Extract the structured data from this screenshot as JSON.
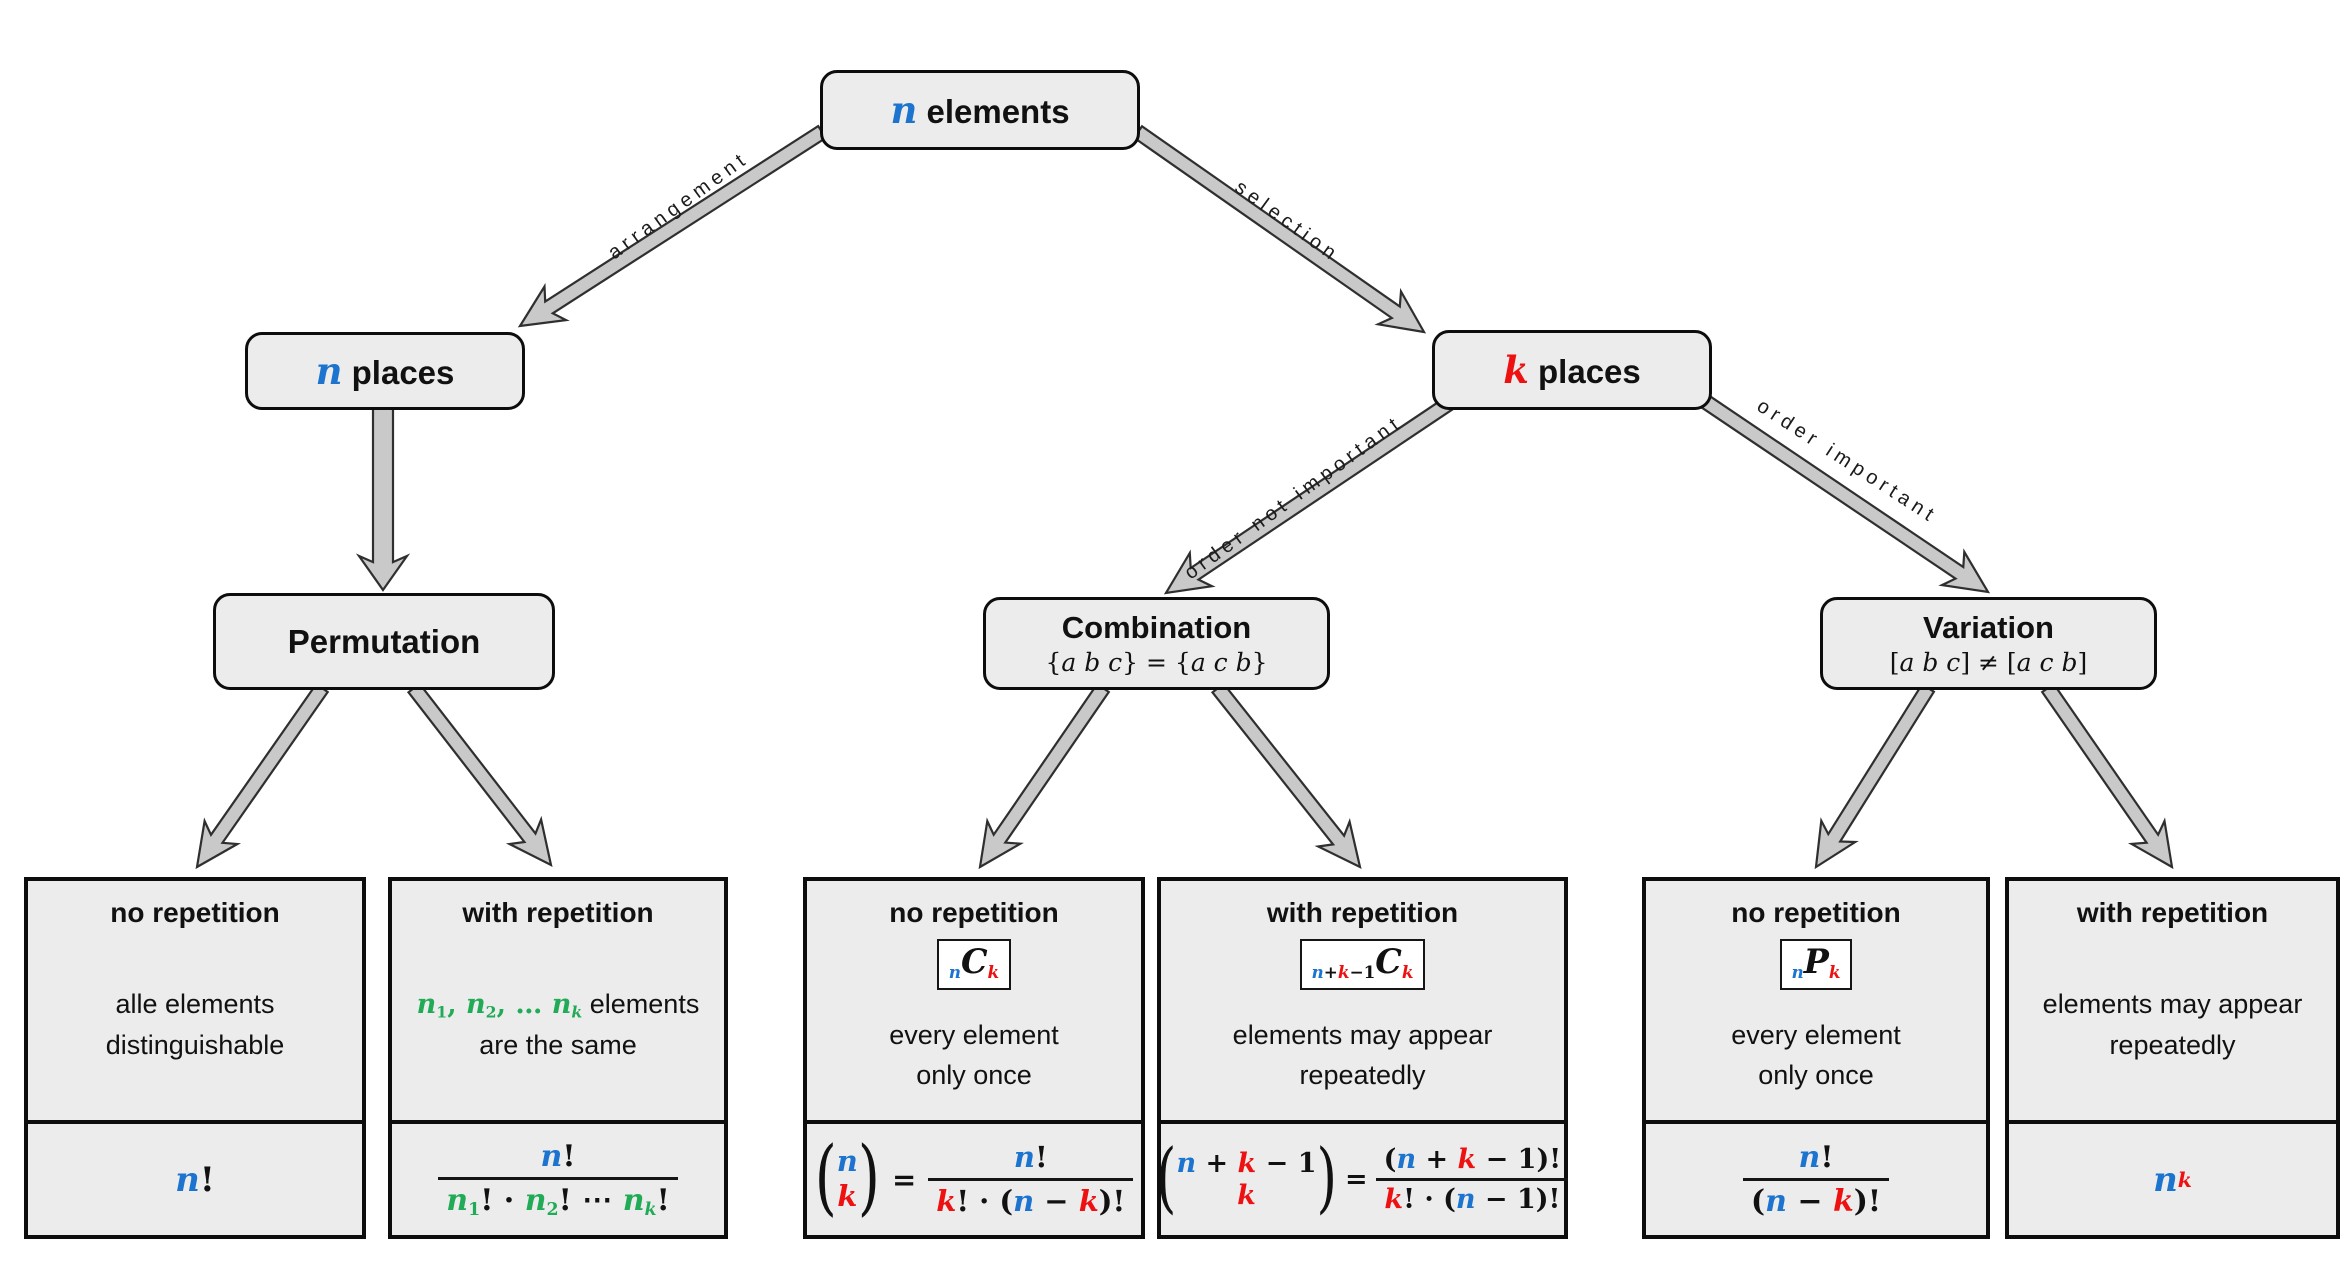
{
  "colors": {
    "blue": "#1c74cf",
    "red": "#ee1111",
    "green": "#22ab57",
    "boxFill": "#ececec",
    "arrowFill": "#c9c9c9",
    "arrowLine": "#2f2f2f",
    "border": "#0d0d0d"
  },
  "nodes": {
    "root": {
      "label": [
        {
          "t": "n",
          "cl": "mi b"
        },
        {
          "t": " elements",
          "cl": "txt"
        }
      ]
    },
    "nPlaces": {
      "label": [
        {
          "t": "n",
          "cl": "mi b"
        },
        {
          "t": " places",
          "cl": "txt"
        }
      ]
    },
    "kPlaces": {
      "label": [
        {
          "t": "k",
          "cl": "mi r"
        },
        {
          "t": " places",
          "cl": "txt"
        }
      ]
    },
    "permutation": {
      "title": "Permutation"
    },
    "combination": {
      "title": "Combination",
      "subtitle": [
        {
          "t": "{",
          "cl": "ms"
        },
        {
          "t": "a b c",
          "cl": "msi"
        },
        {
          "t": "} = {",
          "cl": "ms"
        },
        {
          "t": "a c b",
          "cl": "msi"
        },
        {
          "t": "}",
          "cl": "ms"
        }
      ]
    },
    "variation": {
      "title": "Variation",
      "subtitle": [
        {
          "t": "[",
          "cl": "ms"
        },
        {
          "t": "a b c",
          "cl": "msi"
        },
        {
          "t": "] ≠ [",
          "cl": "ms"
        },
        {
          "t": "a c b",
          "cl": "msi"
        },
        {
          "t": "]",
          "cl": "ms"
        }
      ]
    }
  },
  "edges": {
    "arrangement": "arrangement",
    "selection": "selection",
    "order_not_important": "order not important",
    "order_important": "order important"
  },
  "leaves": [
    {
      "heading": "no repetition",
      "desc1": [
        {
          "t": "alle elements",
          "cl": "txt"
        }
      ],
      "desc2": [
        {
          "t": "distinguishable",
          "cl": "txt"
        }
      ],
      "formula": [
        {
          "t": "n",
          "cl": "mi b"
        },
        {
          "t": "!",
          "cl": "mn"
        }
      ]
    },
    {
      "heading": "with repetition",
      "desc1": [
        {
          "t": "n",
          "cl": "mi g"
        },
        {
          "t": "1",
          "cl": "mn g sub"
        },
        {
          "t": ", ",
          "cl": "mn g"
        },
        {
          "t": "n",
          "cl": "mi g"
        },
        {
          "t": "2",
          "cl": "mn g sub"
        },
        {
          "t": ", … ",
          "cl": "mn g"
        },
        {
          "t": "n",
          "cl": "mi g"
        },
        {
          "t": "k",
          "cl": "mi g sub"
        },
        {
          "t": " elements",
          "cl": "txt"
        }
      ],
      "desc2": [
        {
          "t": "are the same",
          "cl": "txt"
        }
      ],
      "frac": {
        "num": [
          {
            "t": "n",
            "cl": "mi b"
          },
          {
            "t": "!",
            "cl": "mn"
          }
        ],
        "den": [
          {
            "t": "n",
            "cl": "mi g"
          },
          {
            "t": "1",
            "cl": "mn g sub"
          },
          {
            "t": "! · ",
            "cl": "mn"
          },
          {
            "t": "n",
            "cl": "mi g"
          },
          {
            "t": "2",
            "cl": "mn g sub"
          },
          {
            "t": "! ⋯ ",
            "cl": "mn"
          },
          {
            "t": "n",
            "cl": "mi g"
          },
          {
            "t": "k",
            "cl": "mi g sub"
          },
          {
            "t": "!",
            "cl": "mn"
          }
        ]
      }
    },
    {
      "heading": "no repetition",
      "symbol": [
        {
          "t": "n",
          "cl": "mi b sub"
        },
        {
          "t": "C",
          "cl": "mi big"
        },
        {
          "t": "k",
          "cl": "mi r sub"
        }
      ],
      "desc1": [
        {
          "t": "every element",
          "cl": "txt"
        }
      ],
      "desc2": [
        {
          "t": "only once",
          "cl": "txt"
        }
      ],
      "lparen": "(",
      "rparen": ")",
      "eq": "=",
      "binom": {
        "top": [
          {
            "t": "n",
            "cl": "mi b"
          }
        ],
        "bottom": [
          {
            "t": "k",
            "cl": "mi r"
          }
        ]
      },
      "frac": {
        "num": [
          {
            "t": "n",
            "cl": "mi b"
          },
          {
            "t": "!",
            "cl": "mn"
          }
        ],
        "den": [
          {
            "t": "k",
            "cl": "mi r"
          },
          {
            "t": "! · (",
            "cl": "mn"
          },
          {
            "t": "n",
            "cl": "mi b"
          },
          {
            "t": " − ",
            "cl": "mn"
          },
          {
            "t": "k",
            "cl": "mi r"
          },
          {
            "t": ")!",
            "cl": "mn"
          }
        ]
      }
    },
    {
      "heading": "with repetition",
      "symbol": [
        {
          "t": "n",
          "cl": "mi b sub"
        },
        {
          "t": "+",
          "cl": "mn sub"
        },
        {
          "t": "k",
          "cl": "mi r sub"
        },
        {
          "t": "−1",
          "cl": "mn sub"
        },
        {
          "t": "C",
          "cl": "mi big"
        },
        {
          "t": "k",
          "cl": "mi r sub"
        }
      ],
      "desc1": [
        {
          "t": "elements may appear",
          "cl": "txt"
        }
      ],
      "desc2": [
        {
          "t": "repeatedly",
          "cl": "txt"
        }
      ],
      "lparen": "(",
      "rparen": ")",
      "eq": "=",
      "binom": {
        "top": [
          {
            "t": "n",
            "cl": "mi b"
          },
          {
            "t": " + ",
            "cl": "mn"
          },
          {
            "t": "k",
            "cl": "mi r"
          },
          {
            "t": " − 1",
            "cl": "mn"
          }
        ],
        "bottom": [
          {
            "t": "k",
            "cl": "mi r"
          }
        ]
      },
      "frac": {
        "num": [
          {
            "t": "(",
            "cl": "mn"
          },
          {
            "t": "n",
            "cl": "mi b"
          },
          {
            "t": " + ",
            "cl": "mn"
          },
          {
            "t": "k",
            "cl": "mi r"
          },
          {
            "t": " − 1",
            "cl": "mn"
          },
          {
            "t": ")!",
            "cl": "mn"
          }
        ],
        "den": [
          {
            "t": "k",
            "cl": "mi r"
          },
          {
            "t": "! · (",
            "cl": "mn"
          },
          {
            "t": "n",
            "cl": "mi b"
          },
          {
            "t": " − 1",
            "cl": "mn"
          },
          {
            "t": ")!",
            "cl": "mn"
          }
        ]
      }
    },
    {
      "heading": "no repetition",
      "symbol": [
        {
          "t": "n",
          "cl": "mi b sub"
        },
        {
          "t": "P",
          "cl": "mi big"
        },
        {
          "t": "k",
          "cl": "mi r sub"
        }
      ],
      "desc1": [
        {
          "t": "every element",
          "cl": "txt"
        }
      ],
      "desc2": [
        {
          "t": "only once",
          "cl": "txt"
        }
      ],
      "frac": {
        "num": [
          {
            "t": "n",
            "cl": "mi b"
          },
          {
            "t": "!",
            "cl": "mn"
          }
        ],
        "den": [
          {
            "t": "(",
            "cl": "mn"
          },
          {
            "t": "n",
            "cl": "mi b"
          },
          {
            "t": " − ",
            "cl": "mn"
          },
          {
            "t": "k",
            "cl": "mi r"
          },
          {
            "t": ")!",
            "cl": "mn"
          }
        ]
      }
    },
    {
      "heading": "with repetition",
      "desc1": [
        {
          "t": "elements may appear",
          "cl": "txt"
        }
      ],
      "desc2": [
        {
          "t": "repeatedly",
          "cl": "txt"
        }
      ],
      "formula": [
        {
          "t": "n",
          "cl": "mi b"
        },
        {
          "t": "k",
          "cl": "mi r sup"
        }
      ]
    }
  ]
}
